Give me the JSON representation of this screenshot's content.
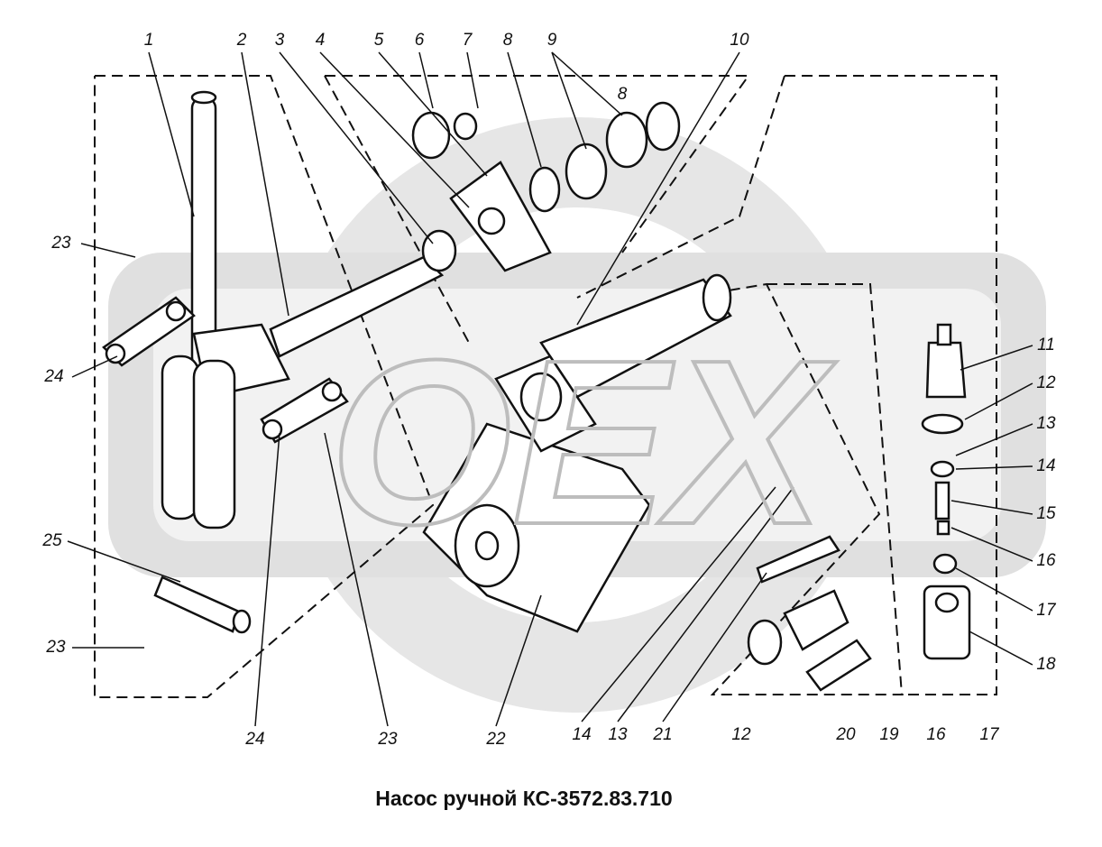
{
  "title": "Насос ручной КС-3572.83.710",
  "watermark": "OEX",
  "colors": {
    "line": "#111111",
    "watermark": "#d9d9d9",
    "background": "#ffffff"
  },
  "callouts": [
    "1",
    "2",
    "3",
    "4",
    "5",
    "6",
    "7",
    "8",
    "9",
    "8",
    "10",
    "11",
    "12",
    "13",
    "14",
    "15",
    "16",
    "17",
    "18",
    "24",
    "23",
    "22",
    "14",
    "13",
    "21",
    "12",
    "20",
    "19",
    "16",
    "17",
    "23",
    "24",
    "25",
    "23"
  ]
}
